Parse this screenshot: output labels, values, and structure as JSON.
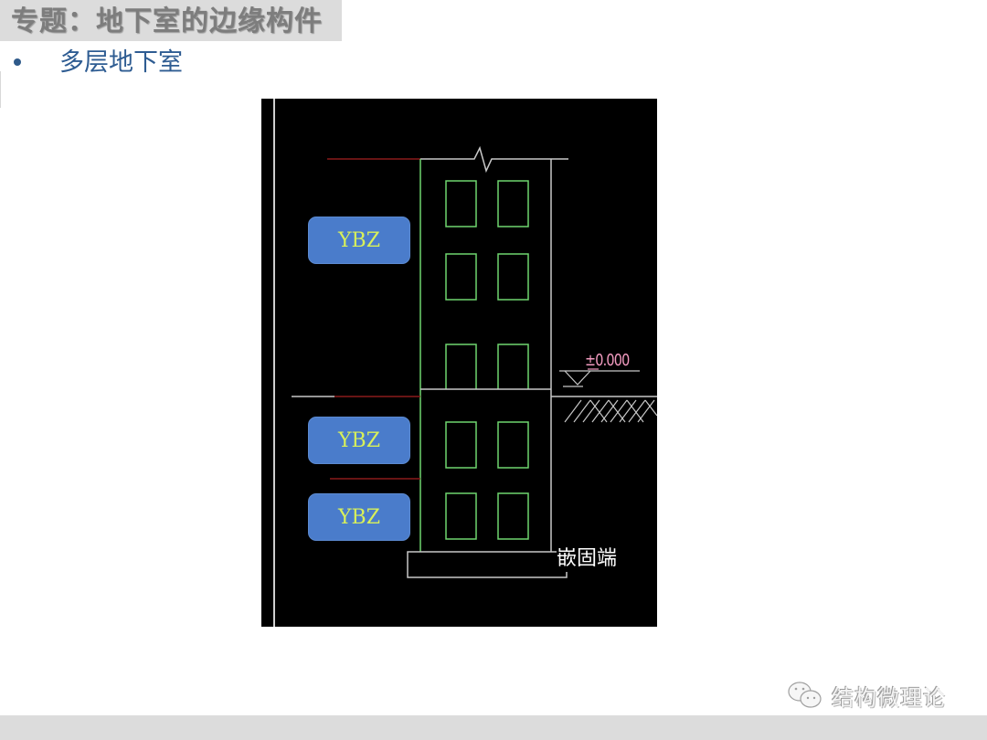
{
  "header": {
    "title": "专题：地下室的边缘构件"
  },
  "content": {
    "bullets": [
      {
        "text": "多层地下室"
      }
    ]
  },
  "diagram": {
    "background": "#000000",
    "line_colors": {
      "structure": "#6fd56f",
      "ground": "#c8c8c8",
      "floor_level": "#8b1a1a",
      "elevation_text": "#f29bc0"
    },
    "ybz_labels": [
      {
        "text": "YBZ",
        "position": "above-ground"
      },
      {
        "text": "YBZ",
        "position": "basement-1"
      },
      {
        "text": "YBZ",
        "position": "basement-2"
      }
    ],
    "ybz_fill": "#4a7ccb",
    "ybz_text_color": "#d8f05a",
    "elevation_label": "±0.000",
    "fixed_end_label": "嵌固端"
  },
  "watermark": {
    "icon": "wechat-icon",
    "text": "结构微理论"
  }
}
